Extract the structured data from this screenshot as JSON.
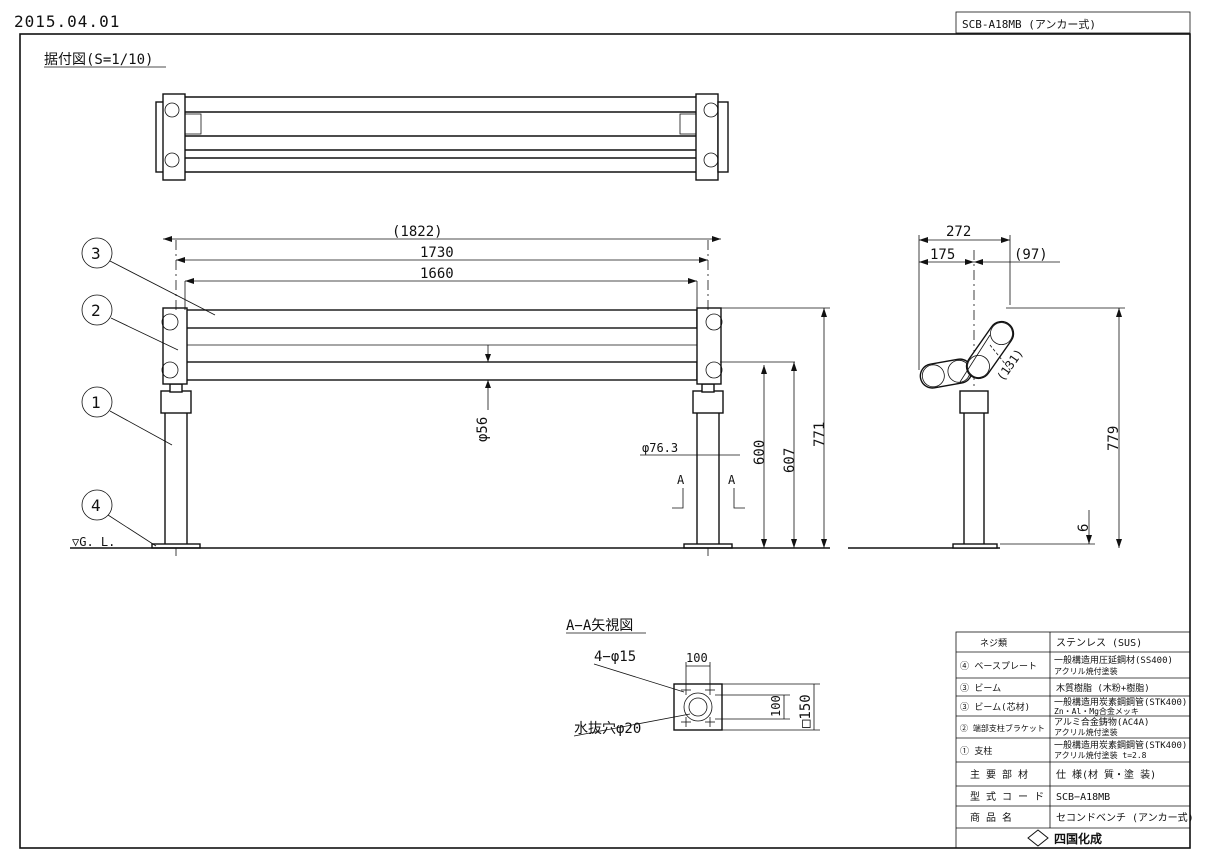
{
  "header": {
    "date": "2015.04.01",
    "drawing_code": "SCB-A18MB (アンカー式)"
  },
  "views": {
    "install_title": "据付図(S=1/10)",
    "gl_label": "▽G. L.",
    "section_title": "A−A矢視図"
  },
  "callouts": [
    "3",
    "2",
    "1",
    "4"
  ],
  "dimensions": {
    "front_total": "(1822)",
    "front_post": "1730",
    "front_beam": "1660",
    "pipe_dia": "φ56",
    "post_dia": "φ76.3",
    "section_a_left": "A",
    "section_a_right": "A",
    "h600": "600",
    "h607": "607",
    "h771": "771",
    "side_total": "272",
    "side_a": "175",
    "side_b": "(97)",
    "side_131": "(131)",
    "h779": "779",
    "h6": "6",
    "base_w": "100",
    "base_inner": "100",
    "base_sq": "□150",
    "holes": "4−φ15",
    "drain": "水抜穴φ20"
  },
  "parts_table": {
    "rows": [
      {
        "part": "ネジ類",
        "spec": [
          "ステンレス (SUS)"
        ]
      },
      {
        "part": "④ ベースプレート",
        "spec": [
          "一般構造用圧延鋼材(SS400)",
          "アクリル焼付塗装"
        ]
      },
      {
        "part": "③ ビーム",
        "spec": [
          "木質樹脂 (木粉+樹脂)"
        ]
      },
      {
        "part": "③ ビーム(芯材)",
        "spec": [
          "一般構造用炭素鋼鋼管(STK400)",
          "Zn・Al・Mg合金メッキ"
        ]
      },
      {
        "part": "② 端部支柱ブラケット",
        "spec": [
          "アルミ合金鋳物(AC4A)",
          "アクリル焼付塗装"
        ]
      },
      {
        "part": "① 支柱",
        "spec": [
          "一般構造用炭素鋼鋼管(STK400)",
          "アクリル焼付塗装 t=2.8"
        ]
      }
    ],
    "header_part": "主 要 部 材",
    "header_spec": "仕 様(材 質・塗 装)",
    "model_label": "型 式 コ ー ド",
    "model_value": "SCB−A18MB",
    "product_label": "商 品 名",
    "product_value": "セコンドベンチ (アンカー式)",
    "logo": "四国化成"
  }
}
